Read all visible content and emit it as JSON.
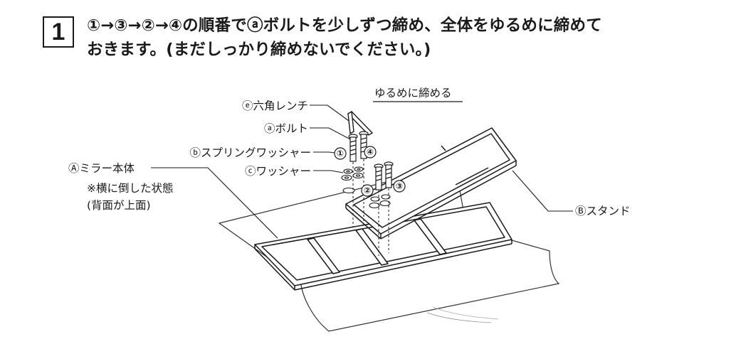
{
  "step": {
    "number": "1",
    "line1": "①→③→②→④の順番でⓐボルトを少しずつ締め、全体をゆるめに締めて",
    "line2": "おきます。(まだしっかり締めないでください。)"
  },
  "diagram": {
    "heading": "ゆるめに締める",
    "labels": {
      "wrench": "ⓔ六角レンチ",
      "bolt": "ⓐボルト",
      "spring_washer": "ⓑスプリングワッシャー",
      "washer": "ⓒワッシャー",
      "mirror": "Ⓐミラー本体",
      "mirror_note1": "※横に倒した状態",
      "mirror_note2": "(背面が上面)",
      "stand": "Ⓑスタンド"
    },
    "order_marks": [
      "①",
      "④",
      "②",
      "③"
    ]
  }
}
